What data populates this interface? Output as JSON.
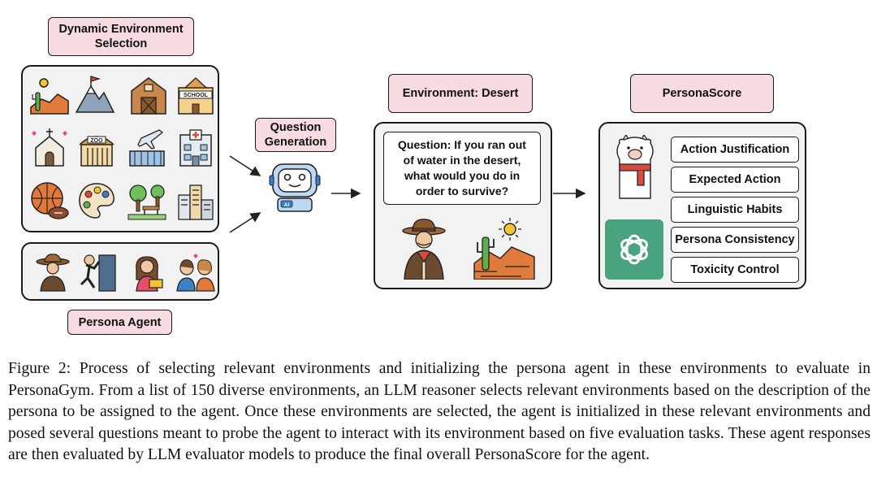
{
  "labels": {
    "dynamic_env": "Dynamic Environment Selection",
    "question_gen": "Question Generation",
    "env_desert": "Environment: Desert",
    "personascore": "PersonaScore",
    "persona_agent": "Persona Agent",
    "question": "Question: If you ran out of water in the desert, what would you do in order to survive?",
    "school_sign": "SCHOOL",
    "zoo_sign": "ZOO",
    "robot_tag": "AI"
  },
  "metrics": [
    "Action Justification",
    "Expected Action",
    "Linguistic Habits",
    "Persona Consistency",
    "Toxicity Control"
  ],
  "environment_icons": [
    "desert-icon",
    "mountain-flag-icon",
    "barn-icon",
    "school-icon",
    "church-icon",
    "zoo-icon",
    "airport-icon",
    "hospital-icon",
    "basketball-football-icon",
    "paint-palette-icon",
    "park-icon",
    "city-icon"
  ],
  "persona_icons": [
    "cowboy-icon",
    "climber-icon",
    "reader-icon",
    "couple-icon"
  ],
  "caption": "Figure 2: Process of selecting relevant environments and initializing the persona agent in these environments to evaluate in PersonaGym. From a list of 150 diverse environments, an LLM reasoner selects relevant environments based on the description of the persona to be assigned to the agent. Once these environments are selected, the agent is initialized in these relevant environments and posed several questions meant to probe the agent to interact with its environment based on five evaluation tasks. These agent responses are then evaluated by LLM evaluator models to produce the final overall PersonaScore for the agent.",
  "colors": {
    "label_fill": "#f6dbe0",
    "panel_fill": "#f2f2f2",
    "chatgpt_green": "#4aa37f",
    "accent_blue": "#3b7fc4"
  }
}
